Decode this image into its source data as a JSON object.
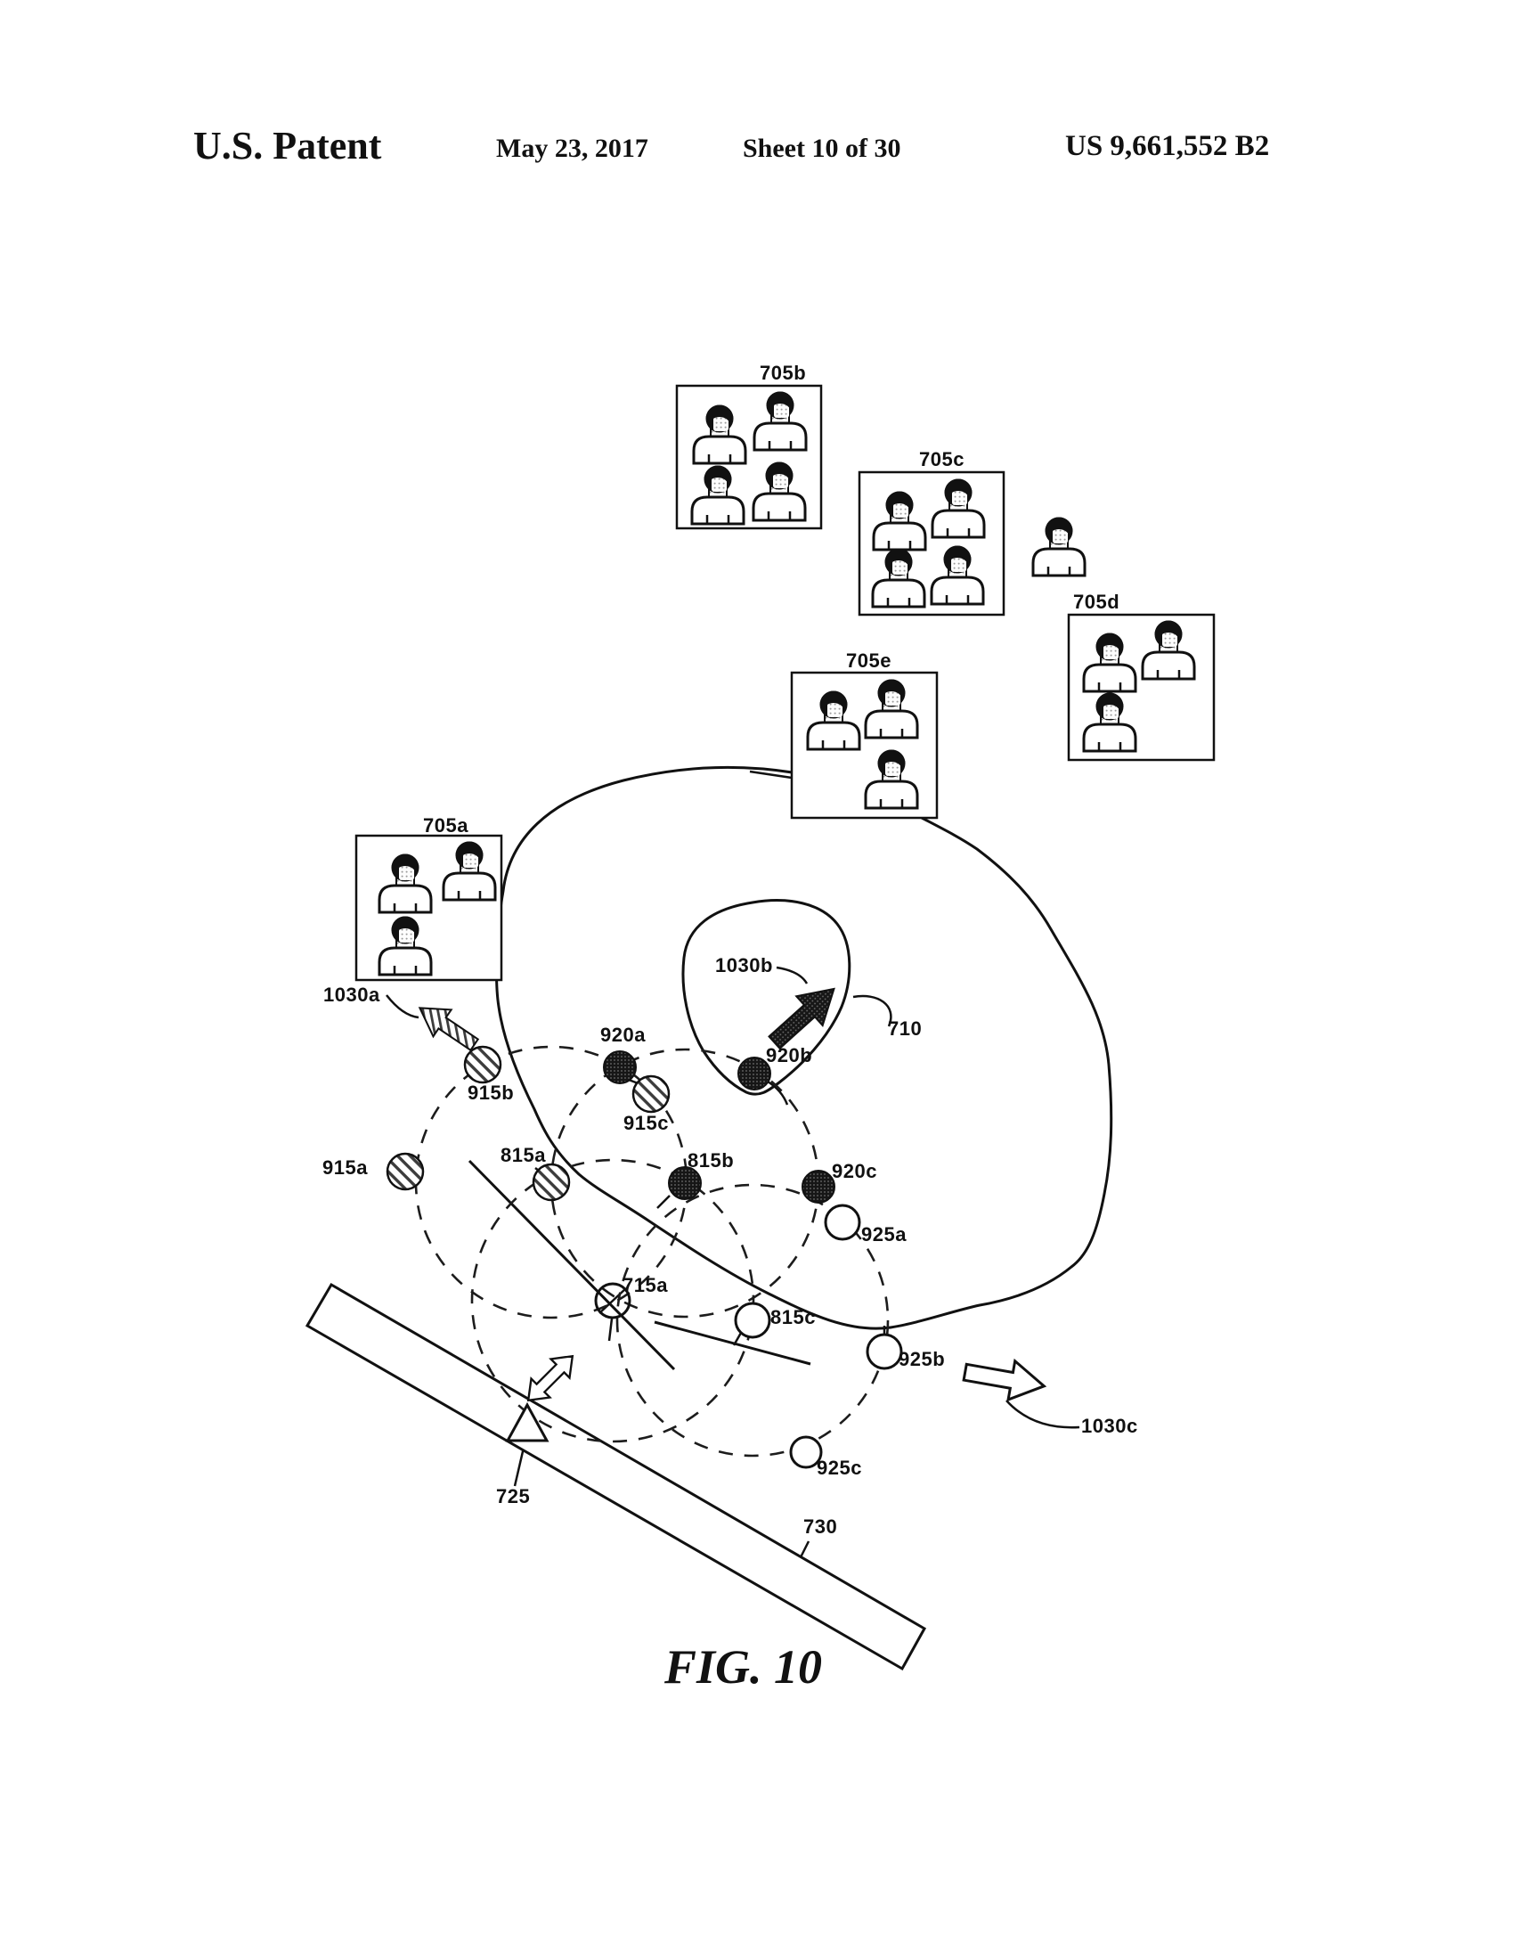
{
  "header": {
    "title": "U.S. Patent",
    "date": "May 23, 2017",
    "sheet": "Sheet 10 of 30",
    "patent_number": "US 9,661,552 B2"
  },
  "figure": {
    "caption": "FIG. 10",
    "group_boxes": [
      "705a",
      "705b",
      "705c",
      "705d",
      "705e"
    ],
    "region_refs": [
      "710",
      "715a",
      "725",
      "730"
    ],
    "hatched_points": [
      "915a",
      "915b",
      "915c",
      "815a"
    ],
    "dark_points": [
      "920a",
      "920b",
      "920c",
      "815b"
    ],
    "open_points": [
      "925a",
      "925b",
      "925c",
      "815c",
      "715a"
    ],
    "motion_arrows": [
      "1030a",
      "1030b",
      "1030c"
    ]
  },
  "labels": {
    "l705a": "705a",
    "l705b": "705b",
    "l705c": "705c",
    "l705d": "705d",
    "l705e": "705e",
    "l710": "710",
    "l715a": "715a",
    "l725": "725",
    "l730": "730",
    "l815a": "815a",
    "l815b": "815b",
    "l815c": "815c",
    "l915a": "915a",
    "l915b": "915b",
    "l915c": "915c",
    "l920a": "920a",
    "l920b": "920b",
    "l920c": "920c",
    "l925a": "925a",
    "l925b": "925b",
    "l925c": "925c",
    "l1030a": "1030a",
    "l1030b": "1030b",
    "l1030c": "1030c"
  },
  "colors": {
    "ink": "#111111",
    "paper": "#ffffff"
  }
}
